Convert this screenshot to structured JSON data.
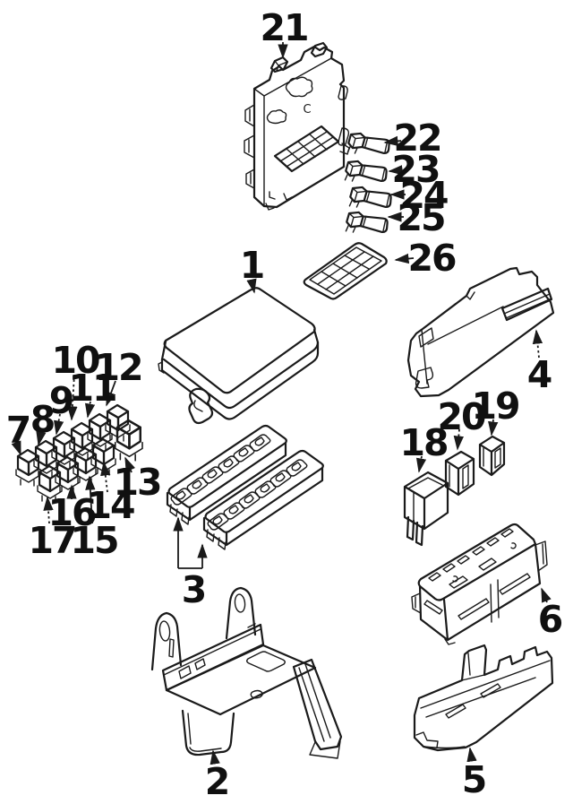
{
  "page": {
    "background": "#ffffff",
    "line_color": "#1a1a1a"
  },
  "diagram": {
    "kind": "exploded-parts-diagram",
    "marking_c": "C"
  },
  "callouts": [
    {
      "label": "1"
    },
    {
      "label": "2"
    },
    {
      "label": "3"
    },
    {
      "label": "4"
    },
    {
      "label": "5"
    },
    {
      "label": "6"
    },
    {
      "label": "7"
    },
    {
      "label": "8"
    },
    {
      "label": "9"
    },
    {
      "label": "10"
    },
    {
      "label": "11"
    },
    {
      "label": "12"
    },
    {
      "label": "13"
    },
    {
      "label": "14"
    },
    {
      "label": "15"
    },
    {
      "label": "16"
    },
    {
      "label": "17"
    },
    {
      "label": "18"
    },
    {
      "label": "19"
    },
    {
      "label": "20"
    },
    {
      "label": "21"
    },
    {
      "label": "22"
    },
    {
      "label": "23"
    },
    {
      "label": "24"
    },
    {
      "label": "25"
    },
    {
      "label": "26"
    }
  ]
}
